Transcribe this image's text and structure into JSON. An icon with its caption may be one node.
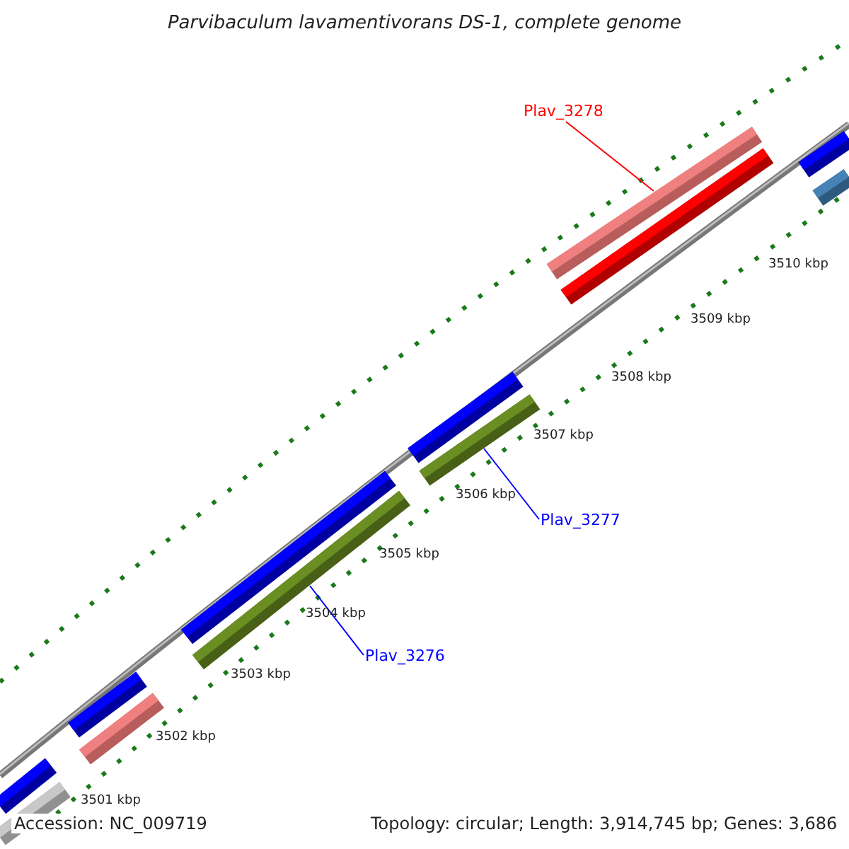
{
  "diagram": {
    "title": "Parvibaculum lavamentivorans DS-1, complete genome",
    "nodes": [
      {
        "text": [
          "Plav_3278"
        ]
      },
      {
        "text": [],
        "shape": "bar"
      },
      {
        "text": [],
        "shape": "bar"
      },
      {
        "text": [
          "Plav_3277"
        ]
      },
      {
        "text": [],
        "shape": "bar"
      },
      {
        "text": [
          "Plav_3276"
        ]
      }
    ],
    "edges": [
      {
        "from": 0,
        "to": 1,
        "arrow": "none",
        "color": "#ff0000"
      },
      {
        "from": 3,
        "to": 2,
        "arrow": "none"
      },
      {
        "from": 5,
        "to": 4,
        "arrow": "none"
      }
    ],
    "labels": [
      "3510 kbp",
      "3509 kbp",
      "3508 kbp",
      "3507 kbp",
      "3506 kbp",
      "3505 kbp",
      "3504 kbp",
      "3503 kbp",
      "3502 kbp",
      "3501 kbp",
      "Accession: NC_009719",
      "Topology: circular; Length: 3,914,745 bp; Genes: 3,686"
    ]
  }
}
